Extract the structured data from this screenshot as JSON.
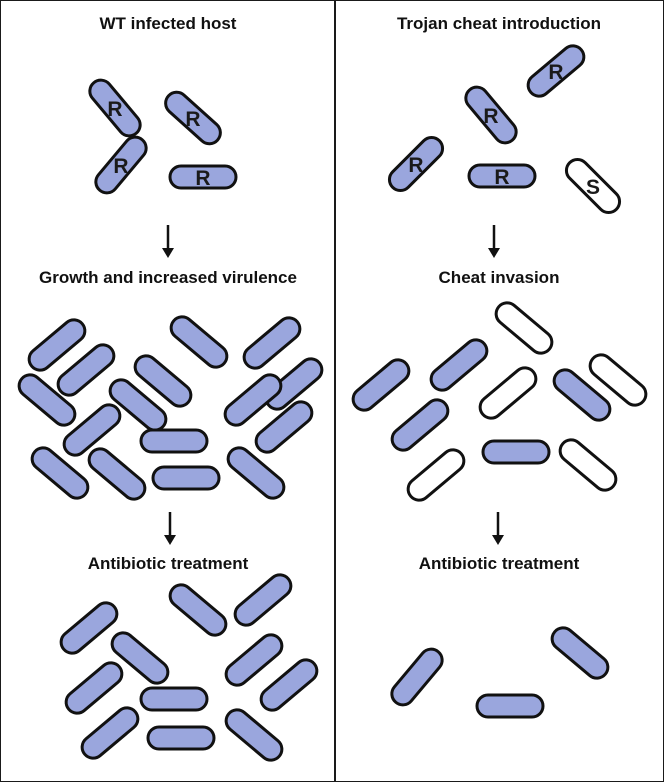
{
  "colors": {
    "resistant_fill": "#9aa6dd",
    "sensitive_fill": "#ffffff",
    "outline": "#111111",
    "arrow": "#111111"
  },
  "left_panel": {
    "title": "WT infected host",
    "step2": "Growth and increased virulence",
    "step3": "Antibiotic treatment"
  },
  "right_panel": {
    "title": "Trojan cheat introduction",
    "step2": "Cheat invasion",
    "step3": "Antibiotic treatment"
  },
  "labels": {
    "resistant": "R",
    "sensitive": "S"
  }
}
